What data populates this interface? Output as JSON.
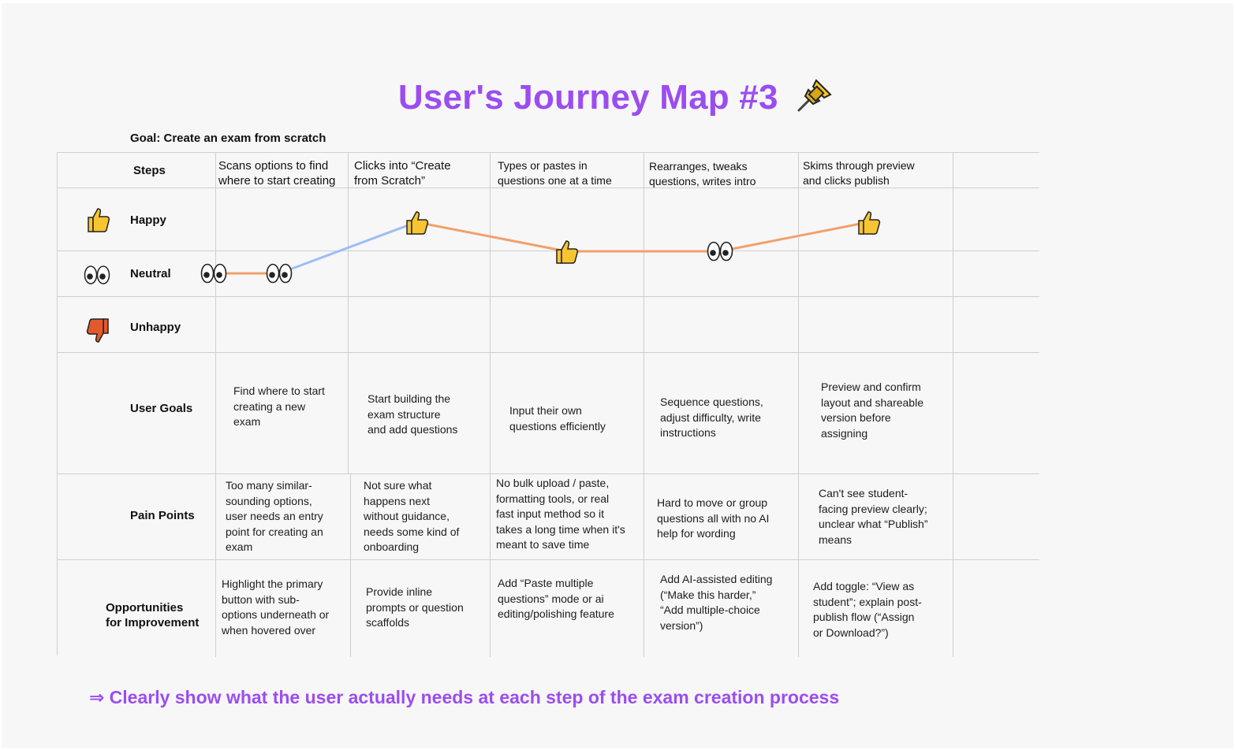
{
  "title": "User's Journey Map #3",
  "title_icon": "pushpin-icon",
  "goal": "Goal: Create an exam from scratch",
  "rows": {
    "steps": "Steps",
    "happy": "Happy",
    "neutral": "Neutral",
    "unhappy": "Unhappy",
    "user_goals": "User Goals",
    "pain_points": "Pain Points",
    "opportunities_line1": "Opportunities",
    "opportunities_line2": "for Improvement"
  },
  "row_icons": {
    "happy": "thumbs-up-icon",
    "neutral": "eyes-icon",
    "unhappy": "thumbs-down-icon"
  },
  "steps": [
    {
      "label_line1": "Scans options to find",
      "label_line2": "where to start creating",
      "user_goal": "Find where to start\ncreating a new\nexam",
      "pain_point": "Too many similar-\nsounding options,\nuser needs an entry\npoint for creating an\nexam",
      "opportunity": "Highlight the primary\nbutton with sub-\noptions underneath or\nwhen hovered over"
    },
    {
      "label_line1": "Clicks into “Create",
      "label_line2": "from Scratch”",
      "user_goal": "Start building the\nexam structure\nand add questions",
      "pain_point": "Not sure what\nhappens next\nwithout guidance,\nneeds some kind of\nonboarding",
      "opportunity": "Provide inline\nprompts or question\nscaffolds"
    },
    {
      "label_line1": "Types or pastes in",
      "label_line2": "questions one at a time",
      "user_goal": "Input their own\nquestions efficiently",
      "pain_point": "No bulk upload / paste,\nformatting tools, or real\nfast input method so it\ntakes a long time when it's\nmeant to save time",
      "opportunity": "Add “Paste multiple\nquestions” mode or ai\nediting/polishing feature"
    },
    {
      "label_line1": "Rearranges, tweaks",
      "label_line2": "questions, writes intro",
      "user_goal": "Sequence questions,\nadjust difficulty, write\ninstructions",
      "pain_point": "Hard to move or group\nquestions all with no AI\nhelp for wording",
      "opportunity": "Add AI-assisted editing\n(“Make this harder,”\n“Add multiple-choice\nversion”)"
    },
    {
      "label_line1": "Skims through preview",
      "label_line2": "and clicks publish",
      "user_goal": "Preview and confirm\nlayout and shareable\nversion before\nassigning",
      "pain_point": "Can't see student-\nfacing preview clearly;\nunclear what “Publish”\nmeans",
      "opportunity": "Add toggle: “View as\nstudent”; explain post-\npublish flow (“Assign\nor Download?”)"
    }
  ],
  "journey": {
    "sentiments": [
      "neutral",
      "neutral",
      "happy",
      "slightly-happy",
      "neutral",
      "happy"
    ],
    "sentiment_icons": [
      "eyes-icon",
      "eyes-icon",
      "thumbs-up-icon",
      "thumbs-up-icon",
      "eyes-icon",
      "thumbs-up-icon"
    ],
    "segment_colors": [
      "#f2a06a",
      "#9dbdf5",
      "#f2a06a",
      "#f2a06a",
      "#f2a06a"
    ]
  },
  "colors": {
    "accent": "#9b4df0",
    "grid": "#cfcfd3",
    "line_orange": "#f2a06a",
    "line_blue": "#9dbdf5"
  },
  "footer": "⇒ Clearly show what the user actually needs at each step of the exam creation process"
}
